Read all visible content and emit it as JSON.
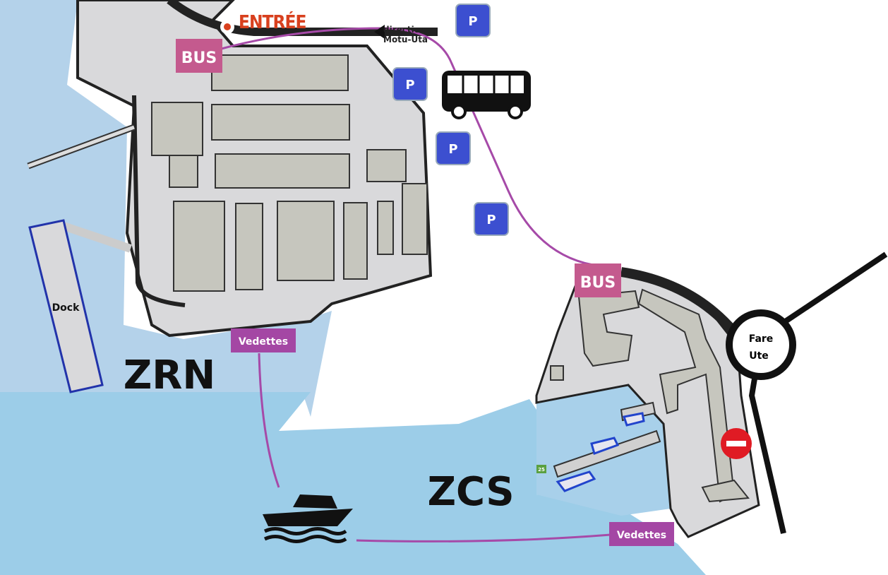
{
  "map": {
    "entrance_label": "ENTRÉE",
    "direction_label_line1": "direction",
    "direction_label_line2": "Motu-Uta",
    "bus_stop_label": "BUS",
    "parking_label": "P",
    "ferry_label": "Vedettes",
    "dock_label": "Dock",
    "zone_north": "ZRN",
    "zone_south": "ZCS",
    "roundabout_line1": "Fare",
    "roundabout_line2": "Ute",
    "berth_number": "25"
  },
  "colors": {
    "sea": "#9ccde8",
    "lagoon": "#b4d2ea",
    "land": "#d9d9db",
    "building": "#c6c6be",
    "route": "#a64aa8",
    "bus_badge": "#c45a8e",
    "ferry_badge": "#a447a4",
    "parking": "#3c4fd0",
    "entrance": "#d8401e",
    "no_entry": "#e01b24"
  }
}
